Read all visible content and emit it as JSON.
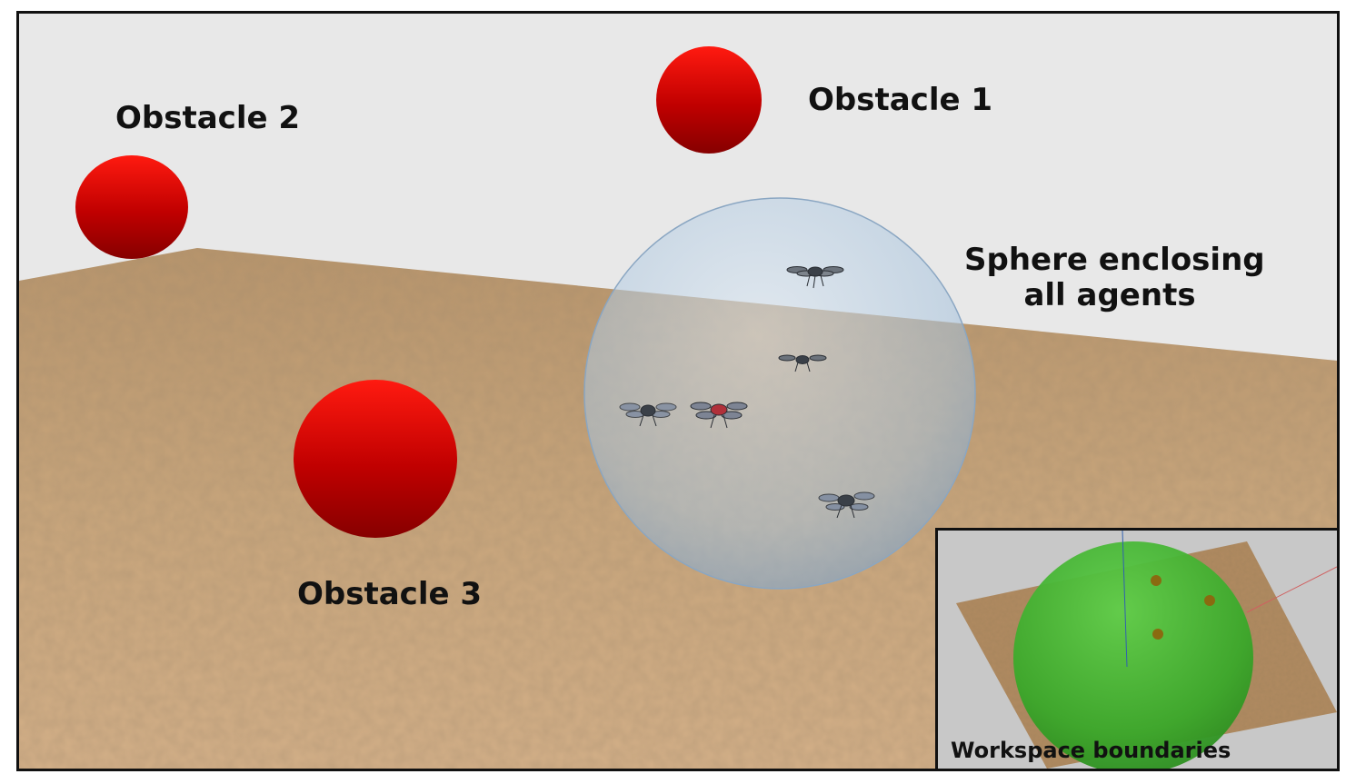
{
  "labels": {
    "obstacle_1": "Obstacle 1",
    "obstacle_2": "Obstacle 2",
    "obstacle_3": "Obstacle 3",
    "sphere_line_1": "Sphere enclosing",
    "sphere_line_2": "all agents",
    "inset": "Workspace boundaries"
  },
  "colors": {
    "sky": "#e8e8e8",
    "ground": "#c9a57a",
    "obstacle": "#d10000",
    "obstacle_dark": "#8a0000",
    "enclosing_sphere": "#a8c8e8",
    "workspace_sphere": "#3aa82a",
    "agent": "#3a4048"
  },
  "scene": {
    "obstacle_count": 3,
    "agent_count": 5
  }
}
